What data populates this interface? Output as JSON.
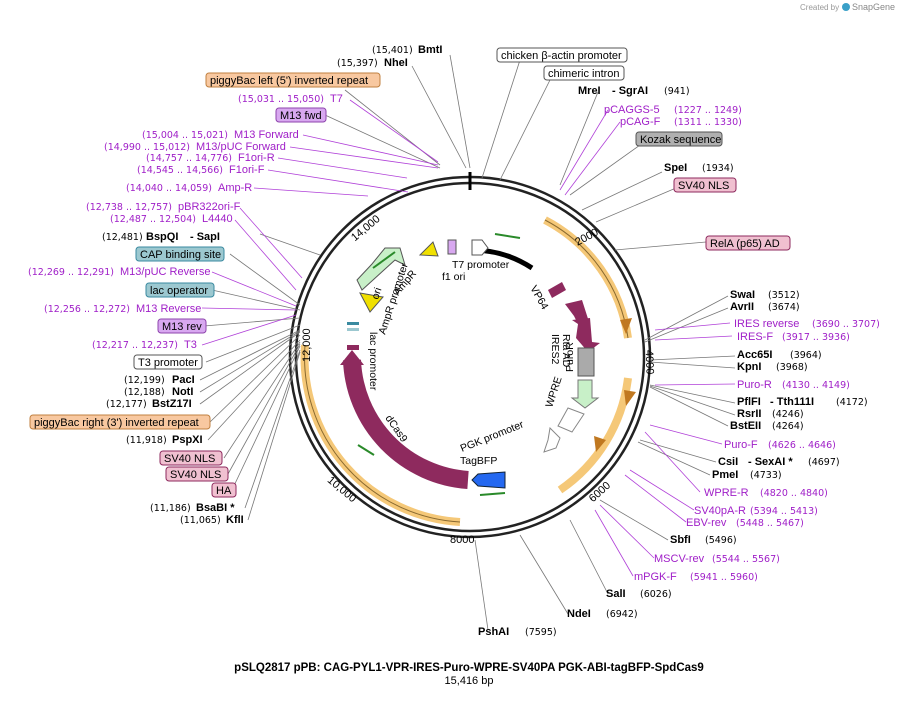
{
  "branding": {
    "created_by": "Created by",
    "product": "SnapGene"
  },
  "title": "pSLQ2817 pPB: CAG-PYL1-VPR-IRES-Puro-WPRE-SV40PA PGK-ABI-tagBFP-SpdCas9",
  "length": "15,416 bp",
  "ticks": [
    "2000",
    "4000",
    "6000",
    "8000",
    "10,000",
    "12,000",
    "14,000"
  ],
  "enzymes_top": {
    "bmti_pos": "(15,401)",
    "bmti": "BmtI",
    "nhei_pos": "(15,397)",
    "nhei": "NheI",
    "mrei": "MreI",
    "sgrai": "- SgrAI",
    "mrei_pos": "(941)",
    "spei": "SpeI",
    "spei_pos": "(1934)"
  },
  "enzymes_right": {
    "swai": "SwaI",
    "swai_pos": "(3512)",
    "avrii": "AvrII",
    "avrii_pos": "(3674)",
    "acc65i": "Acc65I",
    "acc65i_pos": "(3964)",
    "kpni": "KpnI",
    "kpni_pos": "(3968)",
    "pflfi": "PflFI",
    "tth": "- Tth111I",
    "pflfi_pos": "(4172)",
    "rsrii": "RsrII",
    "rsrii_pos": "(4246)",
    "bsteii": "BstEII",
    "bsteii_pos": "(4264)",
    "csii": "CsiI",
    "sexai": "- SexAI *",
    "csii_pos": "(4697)",
    "pmei": "PmeI",
    "pmei_pos": "(4733)",
    "sbfi": "SbfI",
    "sbfi_pos": "(5496)",
    "sali": "SalI",
    "sali_pos": "(6026)",
    "ndei": "NdeI",
    "ndei_pos": "(6942)",
    "pshai": "PshAI",
    "pshai_pos": "(7595)"
  },
  "enzymes_left": {
    "bspqi_pos": "(12,481)",
    "bspqi": "BspQI",
    "sapi": "- SapI",
    "paci_pos": "(12,199)",
    "paci": "PacI",
    "noti_pos": "(12,188)",
    "noti": "NotI",
    "bstz_pos": "(12,177)",
    "bstz": "BstZ17I",
    "pspxi_pos": "(11,918)",
    "pspxi": "PspXI",
    "bsabi_pos": "(11,186)",
    "bsabi": "BsaBI *",
    "kfli_pos": "(11,065)",
    "kfli": "KflI"
  },
  "features_boxed": {
    "chicken": "chicken β-actin promoter",
    "chimeric": "chimeric intron",
    "kozak": "Kozak sequence",
    "sv40nls_top": "SV40 NLS",
    "rela": "RelA (p65) AD",
    "pb_left": "piggyBac left (5') inverted repeat",
    "m13fwd": "M13 fwd",
    "cap": "CAP binding site",
    "lacop": "lac operator",
    "m13rev": "M13 rev",
    "t3prom": "T3 promoter",
    "pb_right": "piggyBac right (3') inverted repeat",
    "sv40nls_a": "SV40 NLS",
    "sv40nls_b": "SV40 NLS",
    "ha": "HA"
  },
  "primers": {
    "pcaggs": "pCAGGS-5",
    "pcaggs_pos": "(1227 .. 1249)",
    "pcagf": "pCAG-F",
    "pcagf_pos": "(1311 .. 1330)",
    "iresrev": "IRES reverse",
    "iresrev_pos": "(3690 .. 3707)",
    "iresf": "IRES-F",
    "iresf_pos": "(3917 .. 3936)",
    "puror": "Puro-R",
    "puror_pos": "(4130 .. 4149)",
    "purof": "Puro-F",
    "purof_pos": "(4626 .. 4646)",
    "wprer": "WPRE-R",
    "wprer_pos": "(4820 .. 4840)",
    "sv40par": "SV40pA-R",
    "sv40par_pos": "(5394 .. 5413)",
    "ebvrev": "EBV-rev",
    "ebvrev_pos": "(5448 .. 5467)",
    "mscvrev": "MSCV-rev",
    "mscvrev_pos": "(5544 .. 5567)",
    "mpgkf": "mPGK-F",
    "mpgkf_pos": "(5941 .. 5960)",
    "t7_pos": "(15,031 .. 15,050)",
    "t7": "T7",
    "m13f_pos": "(15,004 .. 15,021)",
    "m13f": "M13 Forward",
    "m13puc_pos": "(14,990 .. 15,012)",
    "m13puc": "M13/pUC Forward",
    "f1r_pos": "(14,757 .. 14,776)",
    "f1r": "F1ori-R",
    "f1f_pos": "(14,545 .. 14,566)",
    "f1f": "F1ori-F",
    "ampr_pos": "(14,040 .. 14,059)",
    "ampr": "Amp-R",
    "pbr_pos": "(12,738 .. 12,757)",
    "pbr": "pBR322ori-F",
    "l4440_pos": "(12,487 .. 12,504)",
    "l4440": "L4440",
    "m13puc_rev_pos": "(12,269 .. 12,291)",
    "m13puc_rev": "M13/pUC Reverse",
    "m13r_pos": "(12,256 .. 12,272)",
    "m13r": "M13 Reverse",
    "t3_pos": "(12,217 .. 12,237)",
    "t3": "T3"
  },
  "inner_labels": {
    "t7prom": "T7 promoter",
    "f1ori": "f1 ori",
    "ampr": "AmpR",
    "amprprom": "AmpR promoter",
    "ori": "ori",
    "lacprom": "lac promoter",
    "vp64": "VP64",
    "rtaad": "Rta AD",
    "ires2": "IRES2",
    "puror": "PuroR",
    "wpre": "WPRE",
    "pgkprom": "PGK promoter",
    "tagbfp": "TagBFP",
    "dcas9": "dCas9"
  },
  "colors": {
    "primer": "#a020c8",
    "cas9": "#8e2a5e",
    "bfp": "#2468f0",
    "ampr": "#c8f0c8",
    "ori": "#f0e000",
    "orf_highlight": "#f5c878",
    "boxed_pink": "#f0c0d0",
    "boxed_orange": "#f8c8a0",
    "boxed_blue": "#9cc8d0",
    "boxed_gray": "#b0b0b0",
    "boxed_purple": "#d8a8f0"
  }
}
